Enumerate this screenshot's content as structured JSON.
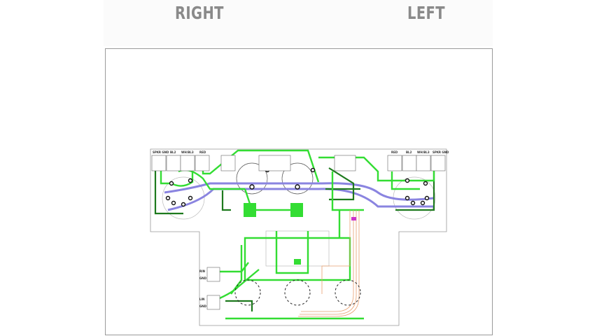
{
  "headers": {
    "right": "RIGHT",
    "left": "LEFT"
  },
  "pcb": {
    "right_connectors": [
      "SPKR GND",
      "BL2",
      "WH/BL3",
      "RED"
    ],
    "left_connectors": [
      "RED",
      "BL2",
      "WH/BL3",
      "SPKR GND"
    ],
    "inputs": [
      {
        "signal": "RIN",
        "ground": "GND"
      },
      {
        "signal": "LIN",
        "ground": "GND"
      }
    ],
    "colors": {
      "top_trace": "#33dd33",
      "bottom_trace": "#1e7a1e",
      "ground_trace": "#8a84e0",
      "signal_trace": "#e8a070",
      "highlight": "#cc33cc"
    }
  }
}
